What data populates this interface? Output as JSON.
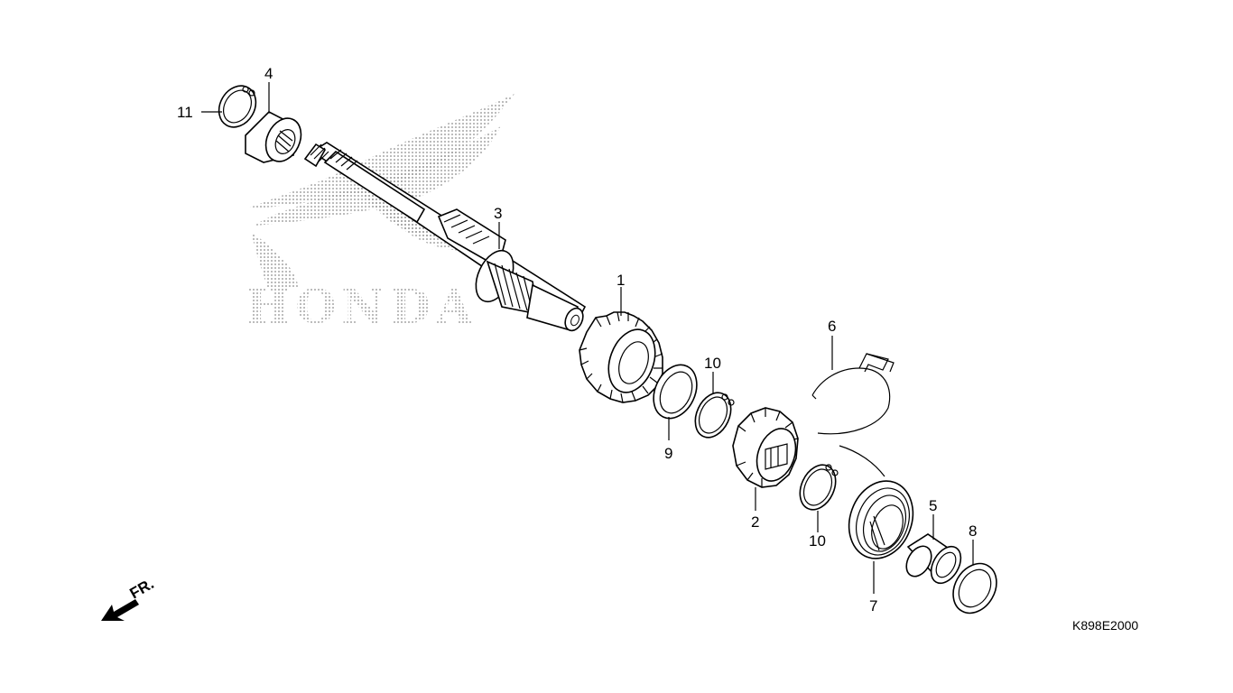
{
  "watermark": {
    "brand": "HONDA",
    "color": "#9a9a9a"
  },
  "direction": {
    "label": "FR."
  },
  "drawing_code": "K898E2000",
  "callouts": {
    "p1": "1",
    "p2": "2",
    "p3": "3",
    "p4": "4",
    "p5": "5",
    "p6": "6",
    "p7": "7",
    "p8": "8",
    "p9": "9",
    "p10a": "10",
    "p10b": "10",
    "p11": "11"
  }
}
